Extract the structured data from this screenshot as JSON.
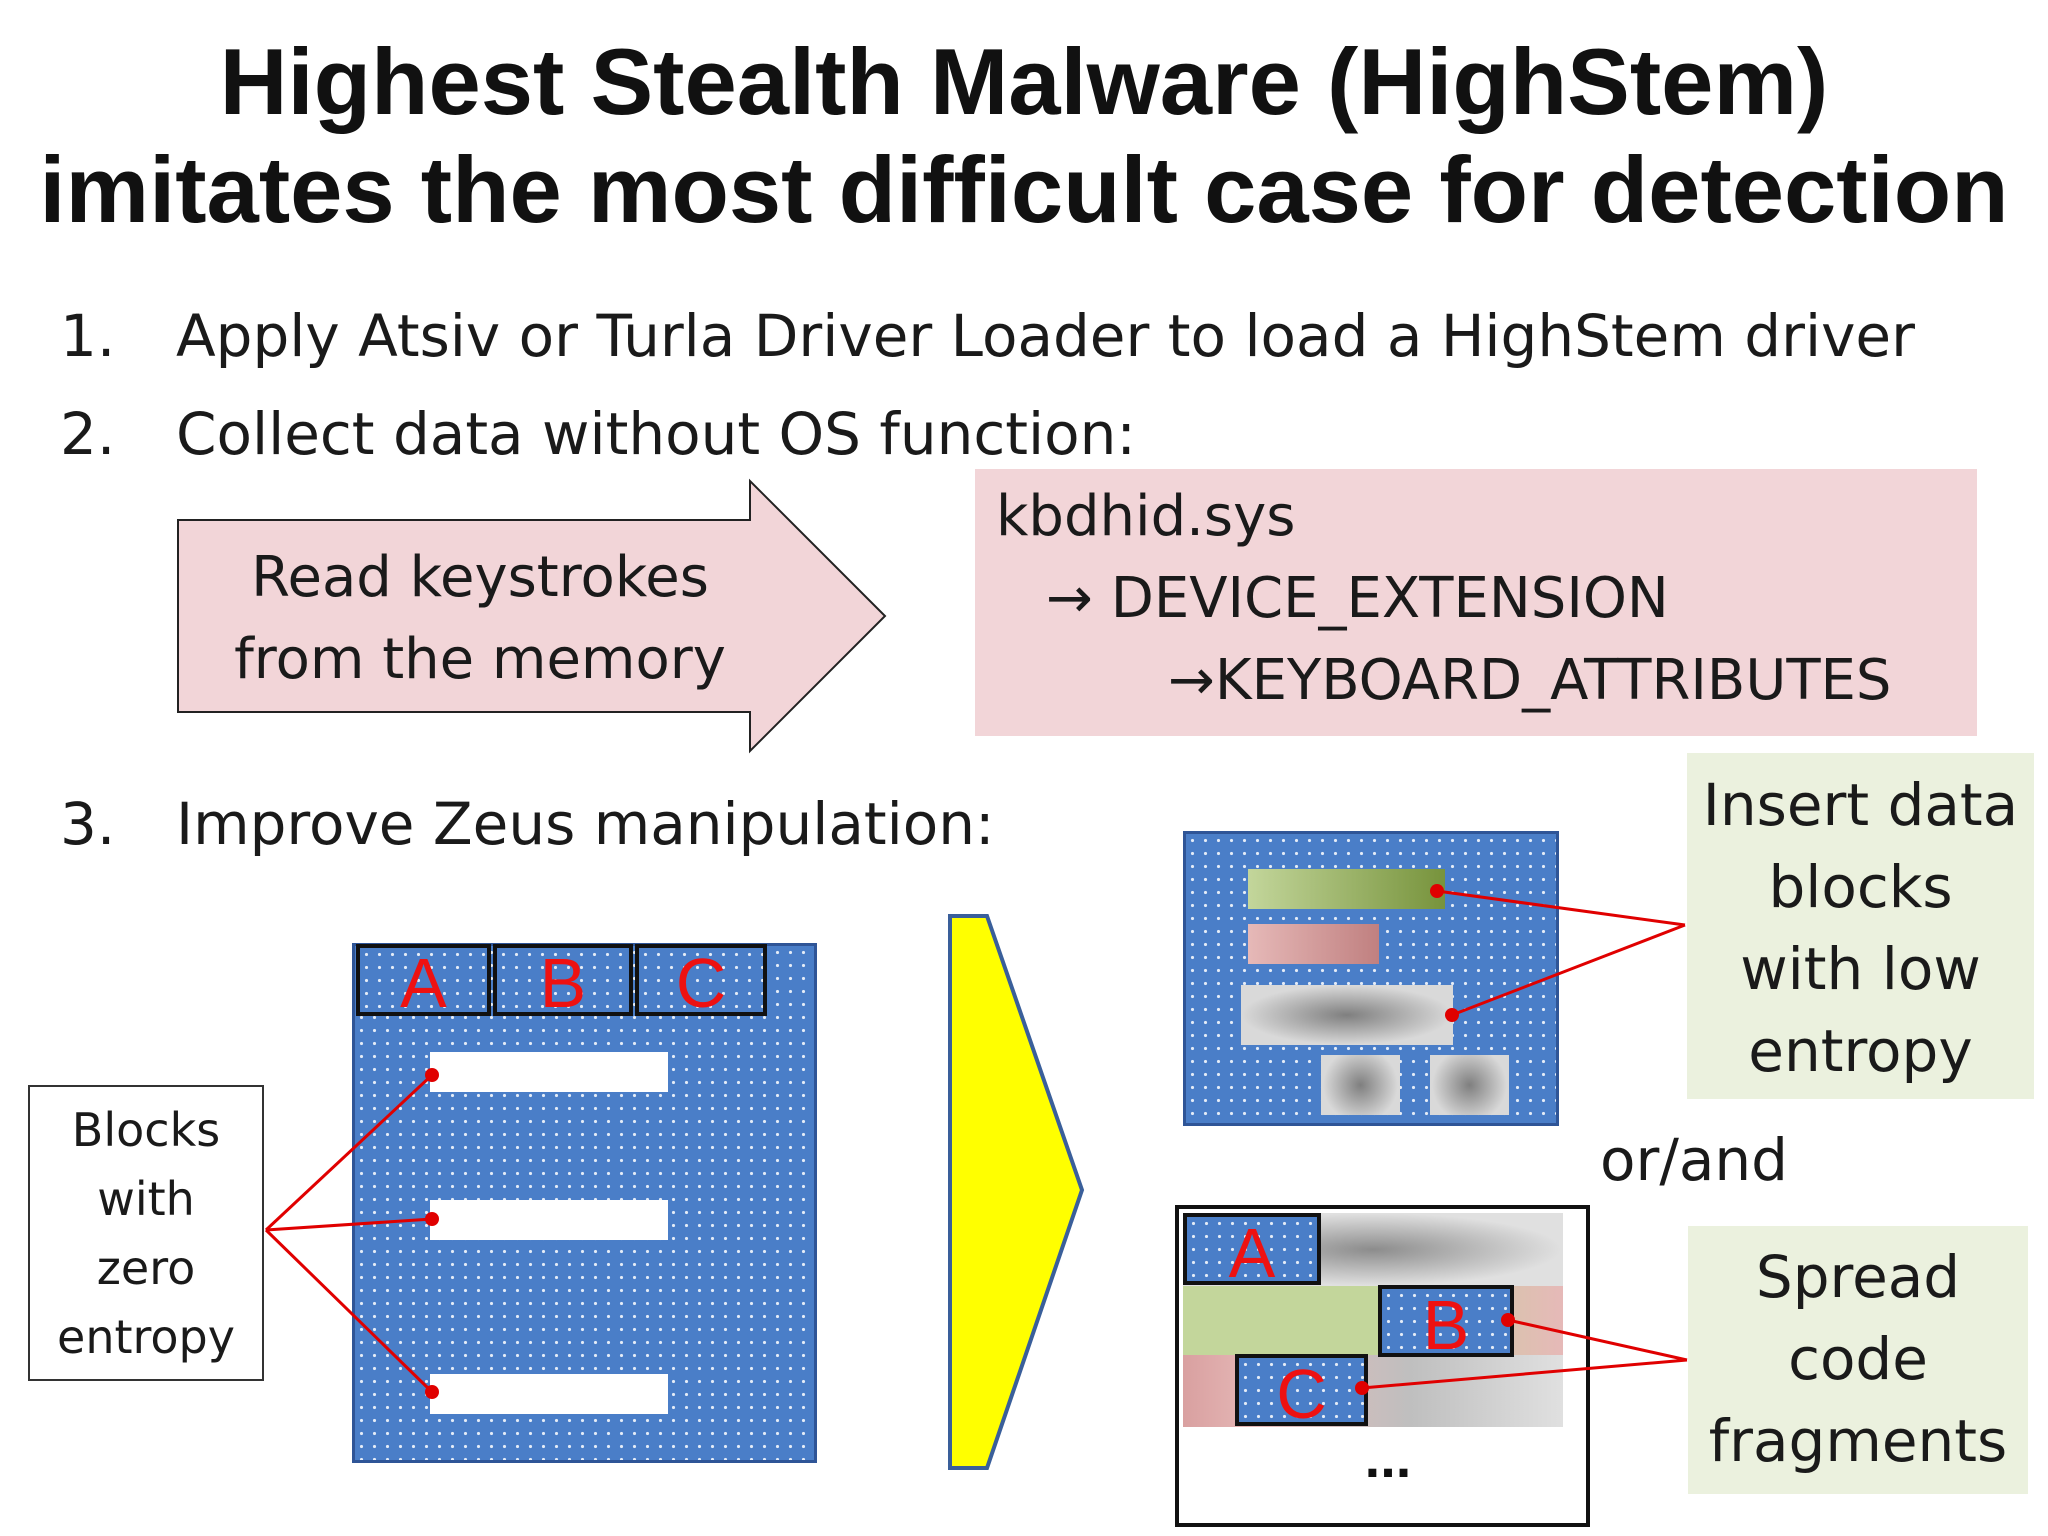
{
  "title": {
    "line1": "Highest Stealth Malware (HighStem)",
    "line2": "imitates the most difficult case for detection"
  },
  "steps": [
    {
      "num": "1.",
      "text": "Apply Atsiv or Turla Driver Loader to load a HighStem driver"
    },
    {
      "num": "2.",
      "text": "Collect data without OS function:"
    },
    {
      "num": "3.",
      "text": "Improve Zeus manipulation:"
    }
  ],
  "read_arrow": {
    "line1": "Read keystrokes",
    "line2": "from the memory"
  },
  "struct_path": {
    "line1": "kbdhid.sys",
    "line2": "→ DEVICE_EXTENSION",
    "line3": "→KEYBOARD_ATTRIBUTES"
  },
  "blocks_label": [
    "Blocks",
    "with",
    "zero",
    "entropy"
  ],
  "block_letters": [
    "A",
    "B",
    "C"
  ],
  "insert_label": [
    "Insert data",
    "blocks",
    "with low",
    "entropy"
  ],
  "or_and": "or/and",
  "spread_label": [
    "Spread",
    "code",
    "fragments"
  ],
  "ellipsis": "...",
  "colors": {
    "pink": "#f2d5d8",
    "green_box": "#ebf1de",
    "blue_block": "#4a7ec8",
    "yellow_arrow": "#ffff00",
    "red": "#ee1111"
  }
}
